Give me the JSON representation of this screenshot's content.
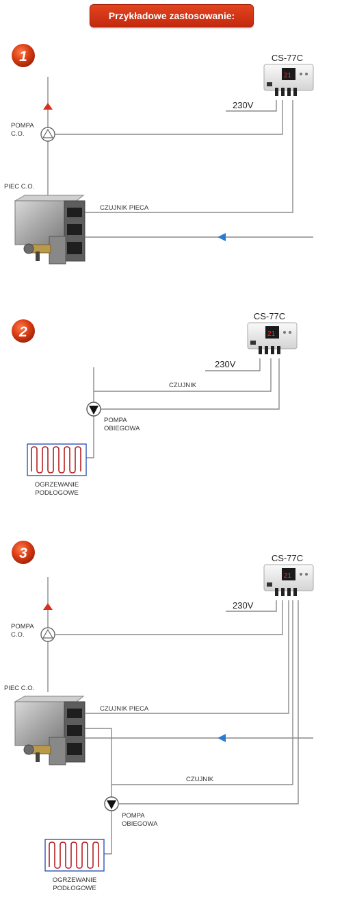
{
  "header": {
    "title": "Przykładowe zastosowanie:"
  },
  "diagrams": [
    {
      "number": "1",
      "controller": "CS-77C",
      "voltage": "230V",
      "pump_label_1": "POMPA",
      "pump_label_2": "C.O.",
      "boiler_label": "PIEC C.O.",
      "sensor_label": "CZUJNIK PIECA"
    },
    {
      "number": "2",
      "controller": "CS-77C",
      "voltage": "230V",
      "sensor_label": "CZUJNIK",
      "pump_label_1": "POMPA",
      "pump_label_2": "OBIEGOWA",
      "floor_label_1": "OGRZEWANIE",
      "floor_label_2": "PODŁOGOWE"
    },
    {
      "number": "3",
      "controller": "CS-77C",
      "voltage": "230V",
      "pump_label_1": "POMPA",
      "pump_label_2": "C.O.",
      "boiler_label": "PIEC C.O.",
      "sensor_label": "CZUJNIK PIECA",
      "sensor2_label": "CZUJNIK",
      "pump2_label_1": "POMPA",
      "pump2_label_2": "OBIEGOWA",
      "floor_label_1": "OGRZEWANIE",
      "floor_label_2": "PODŁOGOWE"
    }
  ],
  "colors": {
    "accent": "#d0310f",
    "pipe": "#8a8a8a",
    "hot_arrow": "#d8301c",
    "return_arrow": "#2a7bd0",
    "heating_coil": "#b52020",
    "coil_frame": "#2a56b8"
  }
}
